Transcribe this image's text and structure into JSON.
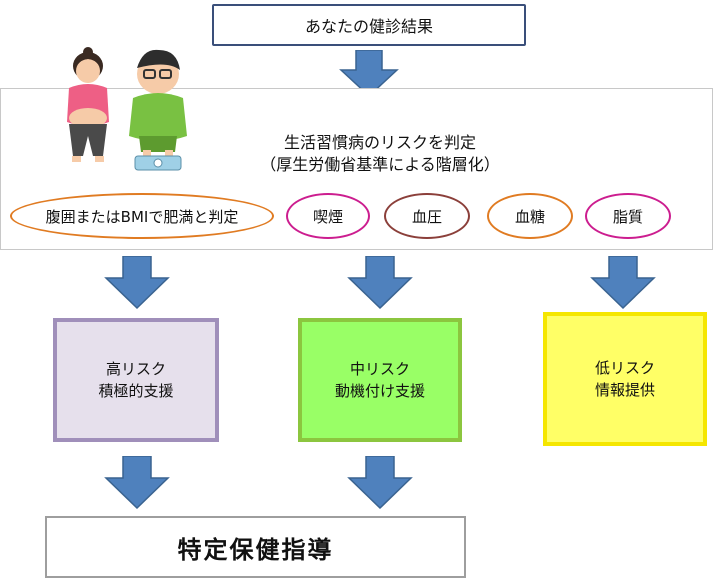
{
  "top_box": {
    "label": "あなたの健診結果"
  },
  "panel": {
    "title_line1": "生活習慣病のリスクを判定",
    "title_line2": "（厚生労働省基準による階層化）",
    "criteria": [
      {
        "label": "腹囲またはBMIで肥満と判定",
        "border_color": "#e07b22"
      },
      {
        "label": "喫煙",
        "border_color": "#cc1d8f"
      },
      {
        "label": "血圧",
        "border_color": "#8b3f3a"
      },
      {
        "label": "血糖",
        "border_color": "#e07b22"
      },
      {
        "label": "脂質",
        "border_color": "#cc1d8f"
      }
    ]
  },
  "risk_levels": [
    {
      "line1": "高リスク",
      "line2": "積極的支援",
      "fill": "#e6e0ec",
      "border": "#a08fba"
    },
    {
      "line1": "中リスク",
      "line2": "動機付け支援",
      "fill": "#99ff66",
      "border": "#8cc63f"
    },
    {
      "line1": "低リスク",
      "line2": "情報提供",
      "fill": "#ffff66",
      "border": "#f5e600"
    }
  ],
  "bottom_box": {
    "label": "特定保健指導"
  },
  "colors": {
    "arrow": "#4f81bd",
    "arrow_border": "#3a6390"
  }
}
